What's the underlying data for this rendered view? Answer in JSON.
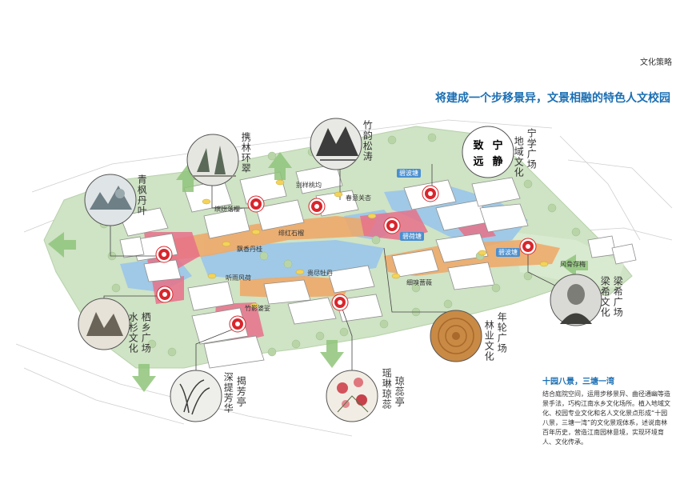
{
  "header": {
    "section_title": "文化策略",
    "heading": "将建成一个步移景异，文景相融的特色人文校园"
  },
  "seal": {
    "text": [
      "致",
      "宁",
      "远",
      "静"
    ]
  },
  "culture_nodes": [
    {
      "id": "qingfeng",
      "label": "青枫丹叶"
    },
    {
      "id": "xiejie",
      "label": "携林环翠"
    },
    {
      "id": "zhuyun",
      "label": "竹韵松涛"
    },
    {
      "id": "ningxue",
      "label": "宁学广场"
    },
    {
      "id": "diyu",
      "label": "地域文化"
    },
    {
      "id": "qixi",
      "label": "栖乡广场"
    },
    {
      "id": "shuishan",
      "label": "水杉文化"
    },
    {
      "id": "liangxi",
      "label": "梁希广场"
    },
    {
      "id": "liangxi2",
      "label": "梁希文化"
    },
    {
      "id": "nianlun",
      "label": "年轮广场"
    },
    {
      "id": "linye",
      "label": "林业文化"
    },
    {
      "id": "jiefang",
      "label": "揭芳亭"
    },
    {
      "id": "shenti",
      "label": "深提芳华"
    },
    {
      "id": "yaolin",
      "label": "瑶琳琼蕊"
    },
    {
      "id": "qiongrui",
      "label": "琼蕊亭"
    }
  ],
  "spot_tags": [
    {
      "id": "bilu",
      "label": "碧波塘",
      "style": "blue"
    },
    {
      "id": "biechan",
      "label": "别样桃均",
      "style": "plain"
    },
    {
      "id": "chunyi",
      "label": "春意关杏",
      "style": "plain"
    },
    {
      "id": "fenfen",
      "label": "缤纷落樱",
      "style": "plain"
    },
    {
      "id": "jiehong",
      "label": "绯红石榴",
      "style": "plain"
    },
    {
      "id": "piaoxiang",
      "label": "飘香丹桂",
      "style": "plain"
    },
    {
      "id": "biyin",
      "label": "碧荷塘",
      "style": "blue"
    },
    {
      "id": "biboxt",
      "label": "碧波塘",
      "style": "blue"
    },
    {
      "id": "fengmu",
      "label": "风骨存梅",
      "style": "plain"
    },
    {
      "id": "tingyu",
      "label": "听雨风荷",
      "style": "plain"
    },
    {
      "id": "fuhua",
      "label": "贵尽牡丹",
      "style": "plain"
    },
    {
      "id": "xixiu",
      "label": "细嗅蔷薇",
      "style": "plain"
    },
    {
      "id": "zhuying",
      "label": "竹影婆娑",
      "style": "plain"
    }
  ],
  "info_box": {
    "title": "十园八景，三塘一湾",
    "body": "结合庭院空间，运用步移景异、曲径通幽等造景手法，巧构江南水乡文化场所。植入地域文化、校园专业文化和名人文化景点形成“十园八景，三塘一湾”的文化景观体系，述说南林百年历史，营造江南园林意境，实现环境育人、文化传承。"
  },
  "colors": {
    "heading_blue": "#1b6fb3",
    "green_space": "#cfe3c5",
    "water": "#9fc9e6",
    "orange_axis": "#f0a765",
    "pink_axis": "#e8718a",
    "node_red": "#d8262c"
  }
}
